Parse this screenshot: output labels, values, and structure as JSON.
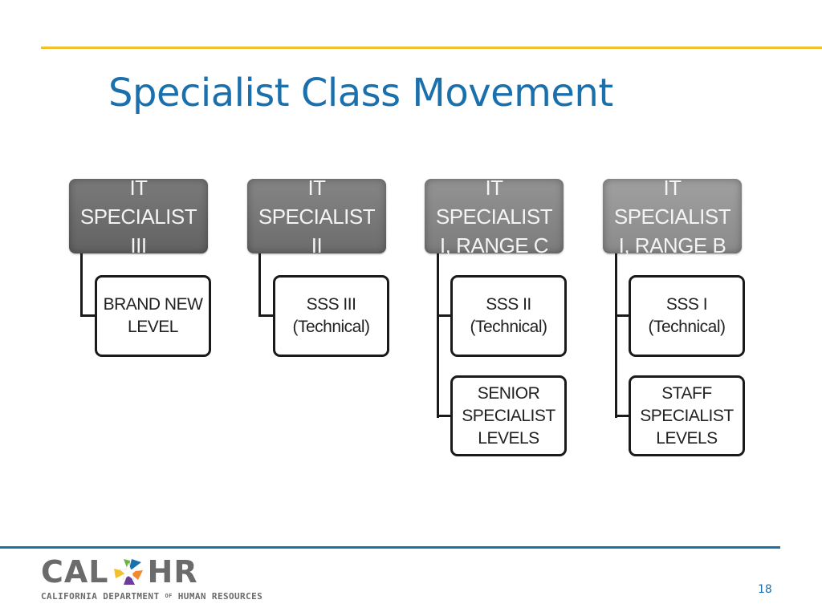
{
  "slide": {
    "title": "Specialist Class Movement",
    "page_number": "18",
    "colors": {
      "accent_rule": "#f2c12e",
      "title": "#1a6fad",
      "footer_rule": "#1a6fad"
    }
  },
  "diagram": {
    "columns": [
      {
        "header": [
          "IT SPECIALIST",
          "III"
        ],
        "header_color": "#6f6f6f",
        "children": [
          {
            "lines": [
              "BRAND NEW",
              "LEVEL"
            ]
          }
        ]
      },
      {
        "header": [
          "IT SPECIALIST",
          "II"
        ],
        "header_color": "#7a7a7a",
        "children": [
          {
            "lines": [
              "SSS III",
              "(Technical)"
            ]
          }
        ]
      },
      {
        "header": [
          "IT SPECIALIST",
          "I, RANGE C"
        ],
        "header_color": "#8a8a8a",
        "children": [
          {
            "lines": [
              "SSS II",
              "(Technical)"
            ]
          },
          {
            "lines": [
              "SENIOR",
              "SPECIALIST",
              "LEVELS"
            ]
          }
        ]
      },
      {
        "header": [
          "IT SPECIALIST",
          "I, RANGE B"
        ],
        "header_color": "#979797",
        "children": [
          {
            "lines": [
              "SSS I",
              "(Technical)"
            ]
          },
          {
            "lines": [
              "STAFF",
              "SPECIALIST",
              "LEVELS"
            ]
          }
        ]
      }
    ]
  },
  "footer": {
    "logo": {
      "word_left": "CAL",
      "word_right": "HR",
      "icon": "star-icon",
      "subtitle_a": "CALIFORNIA DEPARTMENT",
      "subtitle_of": "OF",
      "subtitle_b": "HUMAN RESOURCES"
    }
  }
}
